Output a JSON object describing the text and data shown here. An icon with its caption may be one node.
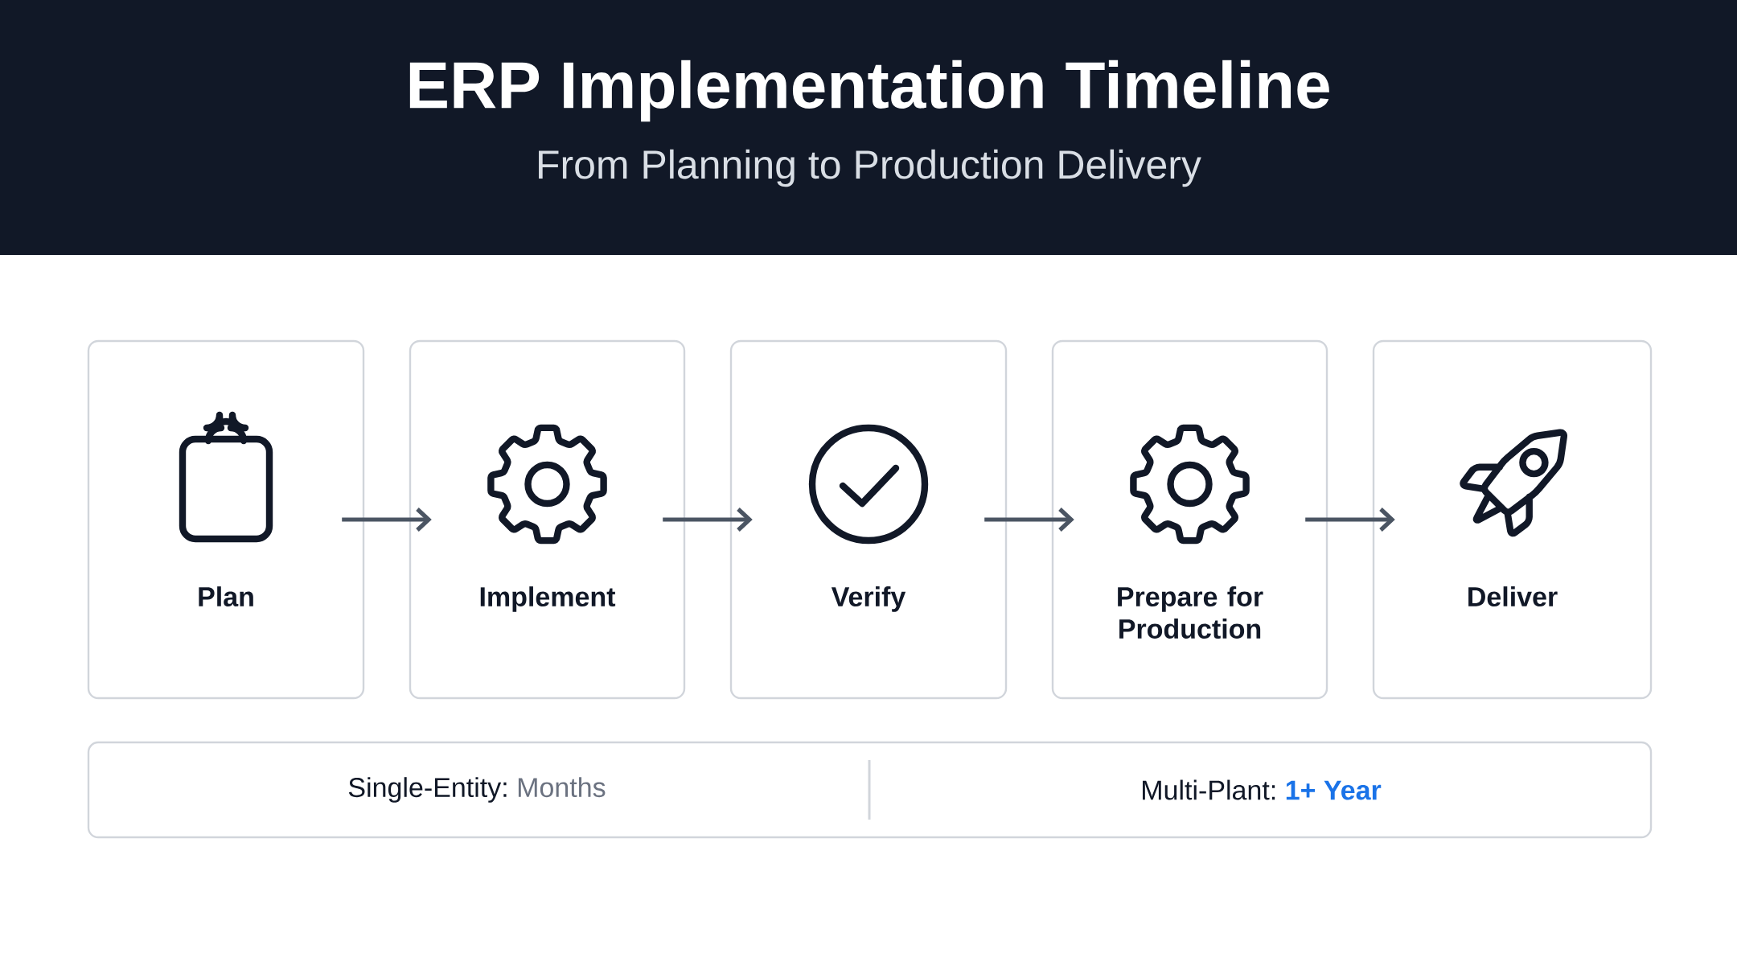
{
  "diagram": {
    "title": "ERP Implementation Timeline",
    "nodes": [
      {
        "text": [
          "Plan"
        ]
      },
      {
        "text": [
          "Implement"
        ]
      },
      {
        "text": [
          "Verify"
        ]
      },
      {
        "text": [
          "Prepare for Production"
        ]
      },
      {
        "text": [
          "Deliver"
        ]
      },
      {
        "text": [
          "Single-Entity:",
          "Months",
          "Multi-Plant:",
          "1+ Year"
        ]
      }
    ],
    "edges": [
      {
        "from": 0,
        "to": 1,
        "arrow": "to"
      },
      {
        "from": 1,
        "to": 2,
        "arrow": "to"
      },
      {
        "from": 2,
        "to": 3,
        "arrow": "to"
      },
      {
        "from": 3,
        "to": 4,
        "arrow": "to"
      }
    ],
    "labels": [
      "From Planning to Production Delivery"
    ]
  }
}
